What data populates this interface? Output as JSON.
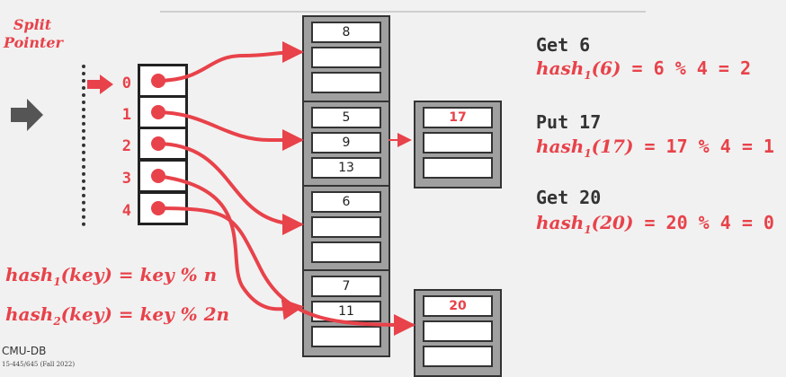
{
  "split_pointer": {
    "line1": "Split",
    "line2": "Pointer",
    "points_to": "0"
  },
  "directory": [
    "0",
    "1",
    "2",
    "3",
    "4"
  ],
  "buckets": [
    {
      "slots": [
        "8",
        "",
        ""
      ]
    },
    {
      "slots": [
        "5",
        "9",
        "13"
      ]
    },
    {
      "slots": [
        "17",
        "",
        ""
      ]
    },
    {
      "slots": [
        "6",
        "",
        ""
      ]
    },
    {
      "slots": [
        "7",
        "11",
        ""
      ]
    },
    {
      "slots": [
        "20",
        "",
        ""
      ]
    }
  ],
  "operations": [
    {
      "label": "Get 6",
      "fn": "hash",
      "sub": "1",
      "arg": "(6)",
      "rhs": " = 6 % 4 = 2"
    },
    {
      "label": "Put 17",
      "fn": "hash",
      "sub": "1",
      "arg": "(17)",
      "rhs": " = 17 % 4 = 1"
    },
    {
      "label": "Get 20",
      "fn": "hash",
      "sub": "1",
      "arg": "(20)",
      "rhs": " = 20 % 4 = 0"
    }
  ],
  "formulas": [
    {
      "fn": "hash",
      "sub": "1",
      "rest": "(key) = key % n"
    },
    {
      "fn": "hash",
      "sub": "2",
      "rest": "(key) = key % 2n"
    }
  ],
  "footer": {
    "logo": "CMU-DB",
    "course": "15-445/645 (Fall 2022)"
  },
  "colors": {
    "accent": "#e8424a",
    "bucket_fill": "#a0a0a0",
    "pointer_arrow": "#e8424a",
    "side_arrow": "#555555"
  }
}
